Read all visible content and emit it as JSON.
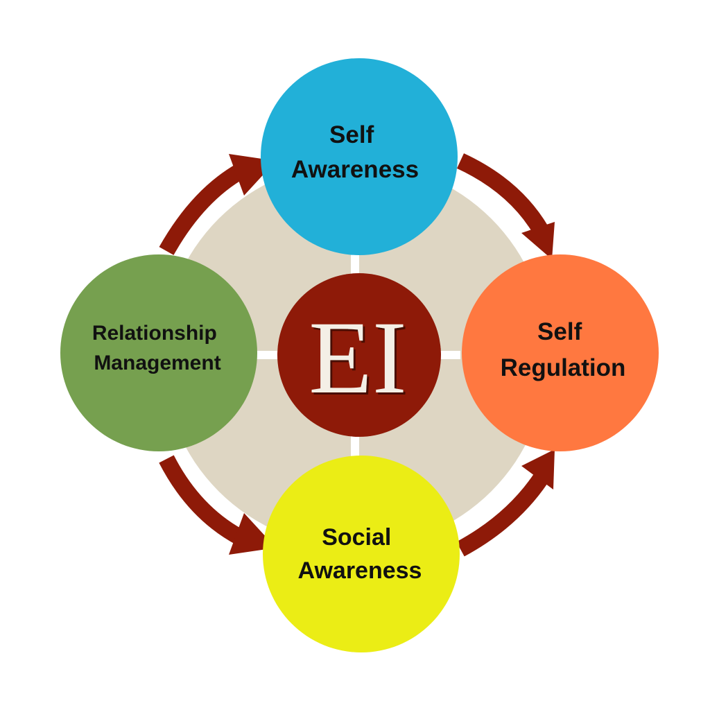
{
  "center": {
    "label": "EI",
    "color": "#8e1a08",
    "text_color": "#f4efe6"
  },
  "ring_color": "#ded6c3",
  "arrow_color": "#8e1a08",
  "nodes": [
    {
      "id": "self-awareness",
      "lines": [
        "Self",
        "Awareness"
      ],
      "color": "#22b0d8"
    },
    {
      "id": "self-regulation",
      "lines": [
        "Self",
        "Regulation"
      ],
      "color": "#ff7840"
    },
    {
      "id": "social-awareness",
      "lines": [
        "Social",
        "Awareness"
      ],
      "color": "#ebed15"
    },
    {
      "id": "relationship-management",
      "lines": [
        "Relationship",
        "Management"
      ],
      "color": "#76a04f"
    }
  ]
}
